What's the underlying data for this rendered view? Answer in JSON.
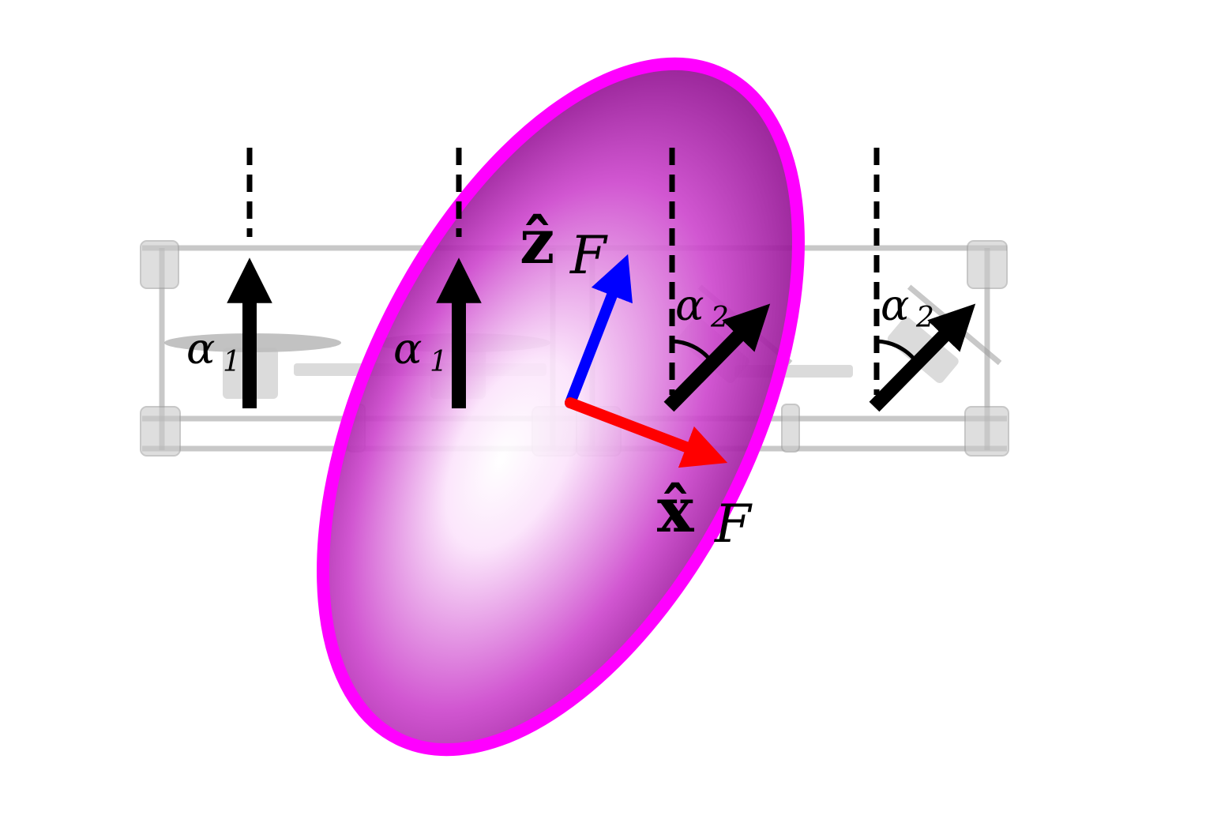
{
  "labels": {
    "alpha1": "α",
    "alpha1_sub": "1",
    "alpha2": "α",
    "alpha2_sub": "2",
    "z_axis": "ẑ",
    "x_axis": "x̂",
    "frame_sub": "F"
  },
  "colors": {
    "ellipsoid_edge": "#ff00ff",
    "ellipsoid_core": "#fbe3fb",
    "ellipsoid_mid": "#cc44cc",
    "ellipsoid_dark": "#8e0e8e",
    "z_axis": "#0000ff",
    "x_axis": "#ff0000",
    "thrust": "#000000",
    "structure": "#9a9a9a"
  }
}
